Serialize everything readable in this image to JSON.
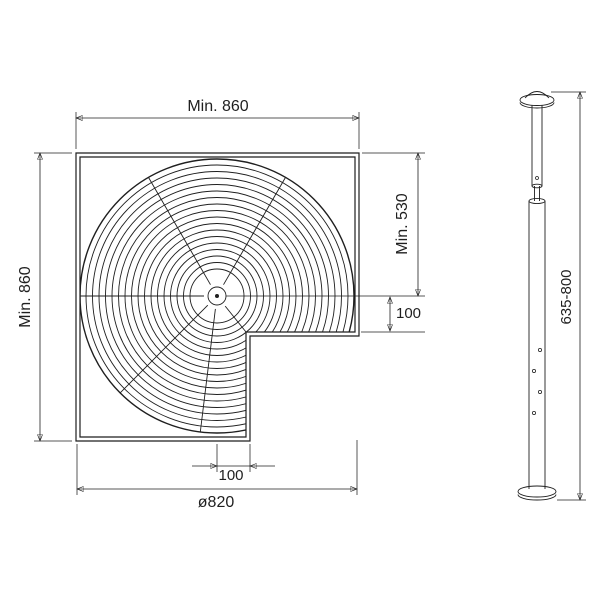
{
  "figure": {
    "left_view": {
      "dim_top": "Min. 860",
      "dim_left": "Min. 860",
      "dim_right": "Min. 530",
      "dim_right_small": "100",
      "dim_bottom_small": "100",
      "dim_diameter": "ø820"
    },
    "right_view": {
      "dim_height": "635-800"
    }
  }
}
